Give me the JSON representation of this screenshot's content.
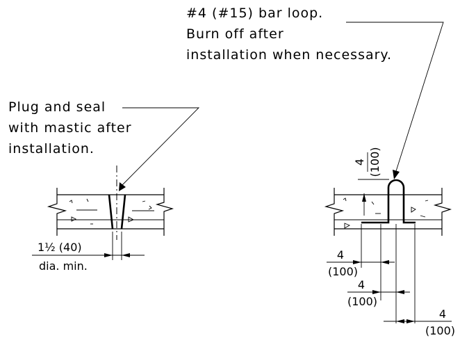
{
  "notes": {
    "bar_loop": {
      "line1": "#4 (#15) bar loop.",
      "line2": "Burn off after",
      "line3": "installation when necessary."
    },
    "plug": {
      "line1": "Plug and seal",
      "line2": "with mastic after",
      "line3": "installation."
    }
  },
  "dimensions": {
    "hole_dia": "1½ (40)",
    "hole_dia_label": "dia. min.",
    "loop_height_value": "4",
    "loop_height_metric": "(100)",
    "dim_a_value": "4",
    "dim_a_metric": "(100)",
    "dim_b_value": "4",
    "dim_b_metric": "(100)",
    "dim_c_value": "4",
    "dim_c_metric": "(100)"
  }
}
